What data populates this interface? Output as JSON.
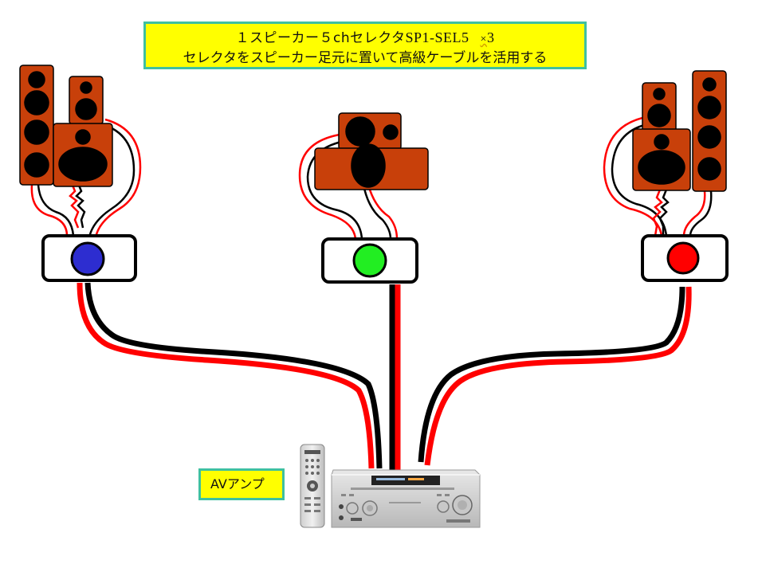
{
  "title": {
    "line1_prefix": "１スピーカー５chセレクタ",
    "line1_model": "SP1-SEL5",
    "line1_times": "×",
    "line1_count": "3",
    "line2": "セレクタをスピーカー足元に置いて高級ケーブルを活用する"
  },
  "amp_label": "AVアンプ",
  "colors": {
    "speaker_body": "#c8400a",
    "label_fill": "#ffff00",
    "label_border": "#3fc0a0",
    "cable_red": "#ff0000",
    "cable_black": "#000000",
    "selector_left": "#2d2dd0",
    "selector_center": "#22ee22",
    "selector_right": "#ff0000"
  },
  "icons": {
    "speaker": "speaker-icon",
    "selector": "selector-box-icon",
    "amplifier": "av-amplifier-icon",
    "remote": "remote-control-icon"
  }
}
